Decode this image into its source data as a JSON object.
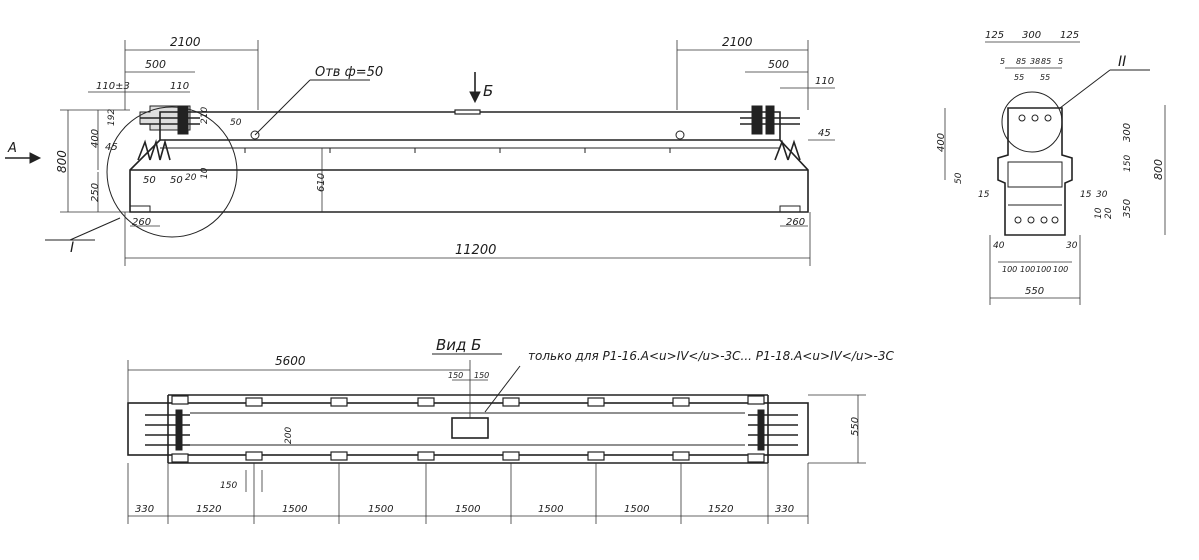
{
  "front_view": {
    "dims_top": [
      "2100",
      "2100",
      "500",
      "500",
      "110±3",
      "110",
      "110"
    ],
    "dims_left": [
      "800",
      "400",
      "192",
      "45",
      "250",
      "260"
    ],
    "dims_inner": [
      "210",
      "50",
      "50",
      "50",
      "10",
      "20"
    ],
    "hole_label": "Отв ф=50",
    "section_mark_b": "Б",
    "view_arrow": "А",
    "height_610": "610",
    "right_45": "45",
    "right_260": "260",
    "length_total": "11200",
    "callout_i": "I"
  },
  "end_view": {
    "dims_top": [
      "125",
      "300",
      "125",
      "5",
      "85",
      "38",
      "85",
      "5",
      "55",
      "55"
    ],
    "dims_left": [
      "400",
      "50",
      "15"
    ],
    "dims_right": [
      "300",
      "800",
      "150",
      "350",
      "15",
      "30",
      "10",
      "20",
      "30"
    ],
    "dims_bottom": [
      "40",
      "100",
      "100",
      "100",
      "100",
      "550"
    ],
    "callout_ii": "II"
  },
  "view_b": {
    "title": "Вид Б",
    "note": "только для Р1-16.А<u>IV</u>-3С... Р1-18.А<u>IV</u>-3С",
    "half_length": "5600",
    "slot_dims": [
      "150",
      "150"
    ],
    "dim_150": "150",
    "dim_200": "200",
    "width_550": "550",
    "bottom_dims": [
      "330",
      "1520",
      "1500",
      "1500",
      "1500",
      "1500",
      "1500",
      "1520",
      "330"
    ]
  },
  "colors": {
    "ink": "#222222",
    "paper": "#ffffff"
  }
}
